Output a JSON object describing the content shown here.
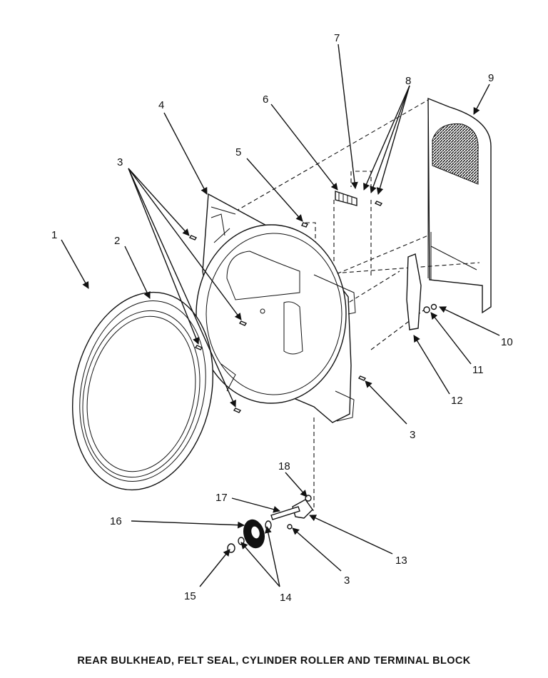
{
  "callouts": [
    {
      "id": "1",
      "label": "1"
    },
    {
      "id": "2",
      "label": "2"
    },
    {
      "id": "3a",
      "label": "3"
    },
    {
      "id": "4",
      "label": "4"
    },
    {
      "id": "5",
      "label": "5"
    },
    {
      "id": "6",
      "label": "6"
    },
    {
      "id": "7",
      "label": "7"
    },
    {
      "id": "8",
      "label": "8"
    },
    {
      "id": "9",
      "label": "9"
    },
    {
      "id": "10",
      "label": "10"
    },
    {
      "id": "11",
      "label": "11"
    },
    {
      "id": "12",
      "label": "12"
    },
    {
      "id": "3b",
      "label": "3"
    },
    {
      "id": "18",
      "label": "18"
    },
    {
      "id": "17",
      "label": "17"
    },
    {
      "id": "16",
      "label": "16"
    },
    {
      "id": "13",
      "label": "13"
    },
    {
      "id": "15",
      "label": "15"
    },
    {
      "id": "14",
      "label": "14"
    },
    {
      "id": "3c",
      "label": "3"
    }
  ],
  "caption": "REAR BULKHEAD, FELT SEAL, CYLINDER ROLLER AND TERMINAL BLOCK"
}
